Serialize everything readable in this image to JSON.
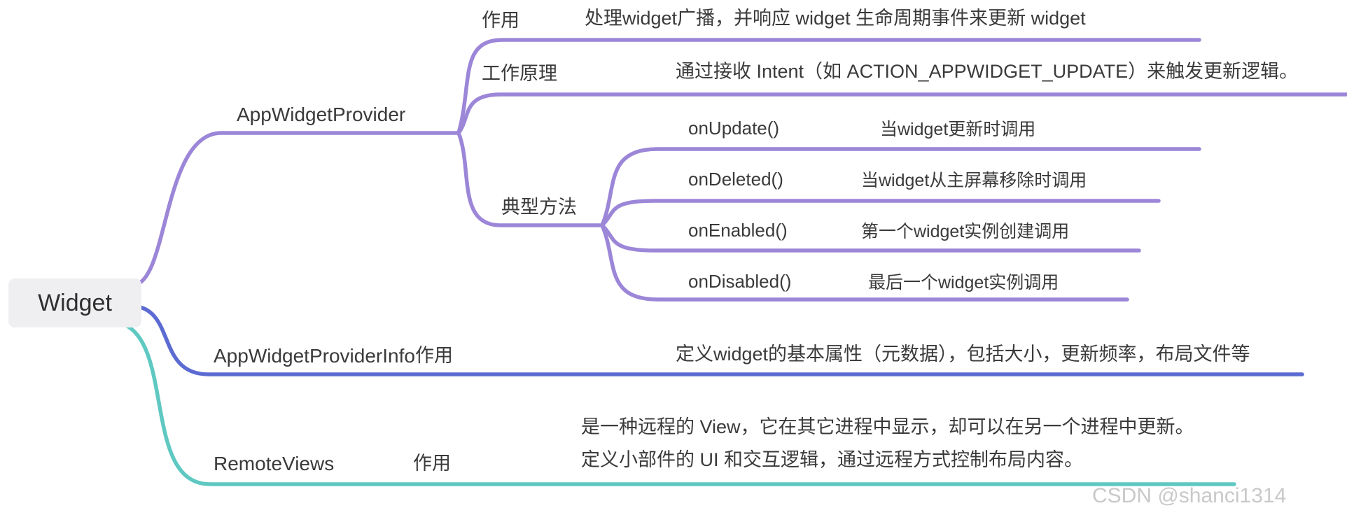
{
  "root": {
    "label": "Widget"
  },
  "branches": [
    {
      "label": "AppWidgetProvider",
      "color": "#9c86d8",
      "children": [
        {
          "label": "作用",
          "desc": "处理widget广播，并响应 widget 生命周期事件来更新 widget"
        },
        {
          "label": "工作原理",
          "desc": "通过接收 Intent（如 ACTION_APPWIDGET_UPDATE）来触发更新逻辑。"
        },
        {
          "label": "典型方法",
          "methods": [
            {
              "name": "onUpdate()",
              "desc": "当widget更新时调用"
            },
            {
              "name": "onDeleted()",
              "desc": "当widget从主屏幕移除时调用"
            },
            {
              "name": "onEnabled()",
              "desc": "第一个widget实例创建调用"
            },
            {
              "name": "onDisabled()",
              "desc": "最后一个widget实例调用"
            }
          ]
        }
      ]
    },
    {
      "label": "AppWidgetProviderInfo",
      "color": "#5c6bd2",
      "children": [
        {
          "label": "作用",
          "desc": "定义widget的基本属性（元数据），包括大小，更新频率，布局文件等"
        }
      ]
    },
    {
      "label": "RemoteViews",
      "color": "#5fc8c2",
      "children": [
        {
          "label": "作用",
          "desc": "是一种远程的 View，它在其它进程中显示，却可以在另一个进程中更新。定义小部件的 UI 和交互逻辑，通过远程方式控制布局内容。"
        }
      ]
    }
  ],
  "watermark": "CSDN @shanci1314"
}
